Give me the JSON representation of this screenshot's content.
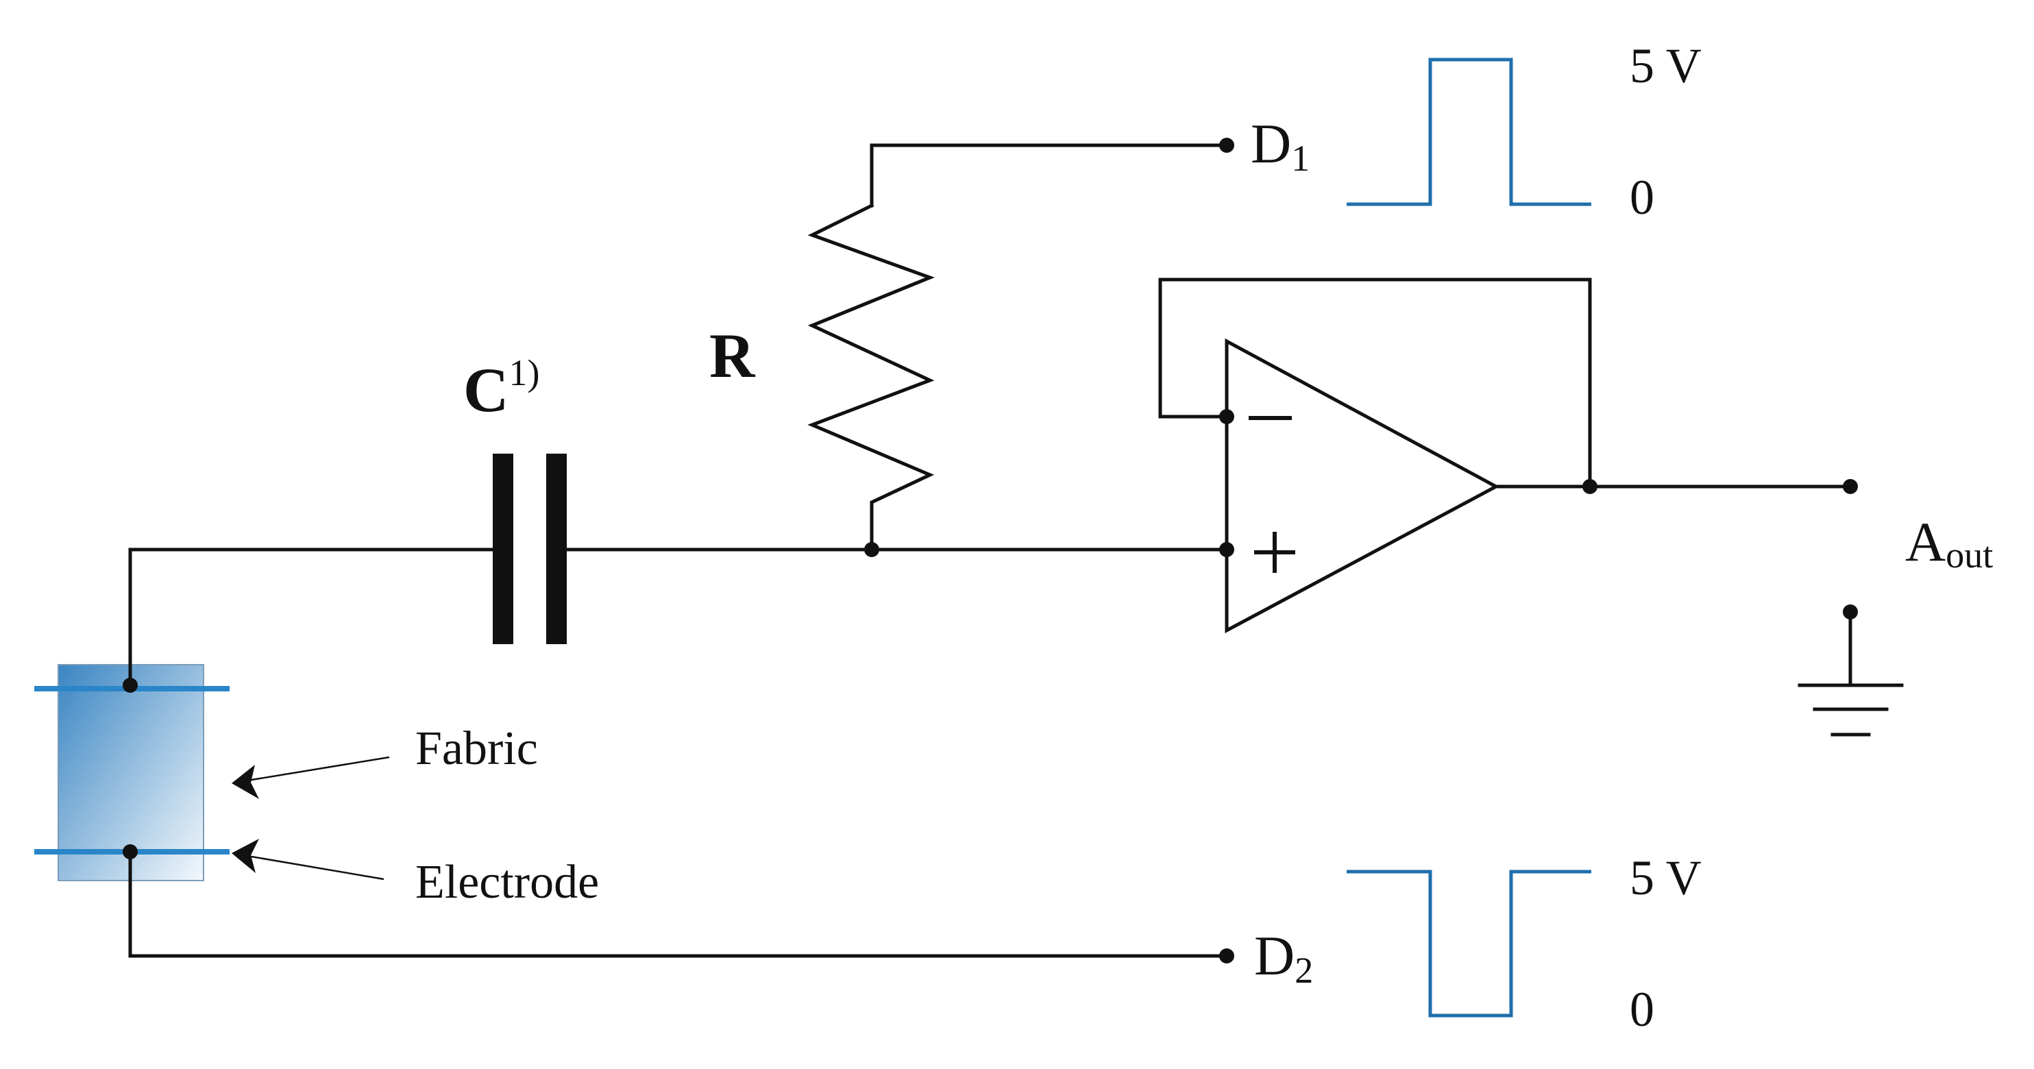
{
  "colors": {
    "wire": "#111111",
    "pulse": "#1f6fad",
    "fabric_dark": "#3a85c2",
    "fabric_light": "#f3f8fc",
    "electrode": "#2a86c8"
  },
  "labels": {
    "capacitor": "C",
    "capacitor_note": "1)",
    "resistor": "R",
    "d1_main": "D",
    "d1_sub": "1",
    "d2_main": "D",
    "d2_sub": "2",
    "aout_main": "A",
    "aout_sub": "out",
    "fabric": "Fabric",
    "electrode": "Electrode",
    "minus": "−",
    "plus": "+"
  },
  "pulse_top": {
    "high": "5 V",
    "low": "0"
  },
  "pulse_bottom": {
    "high": "5 V",
    "low": "0"
  }
}
